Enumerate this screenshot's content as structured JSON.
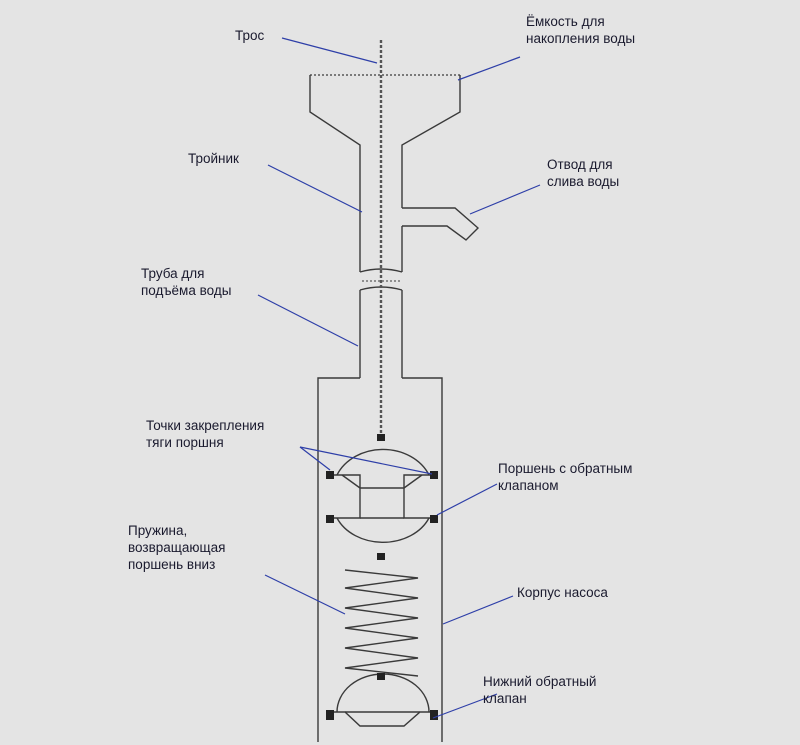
{
  "labels": {
    "tros": [
      "Трос"
    ],
    "tank": [
      "Ёмкость для",
      "накопления воды"
    ],
    "tee": [
      "Тройник"
    ],
    "outlet": [
      "Отвод для",
      "слива воды"
    ],
    "pipe": [
      "Труба для",
      "подъёма воды"
    ],
    "points": [
      "Точки закрепления",
      "тяги поршня"
    ],
    "piston": [
      "Поршень с обратным",
      "клапаном"
    ],
    "spring": [
      "Пружина,",
      "возвращающая",
      "поршень вниз"
    ],
    "body": [
      "Корпус насоса"
    ],
    "bottom_valve": [
      "Нижний обратный",
      "клапан"
    ]
  },
  "colors": {
    "background": "#e4e4e4",
    "outline": "#3a3a3a",
    "leader": "#2e3fa8",
    "text": "#1a1a2e"
  }
}
